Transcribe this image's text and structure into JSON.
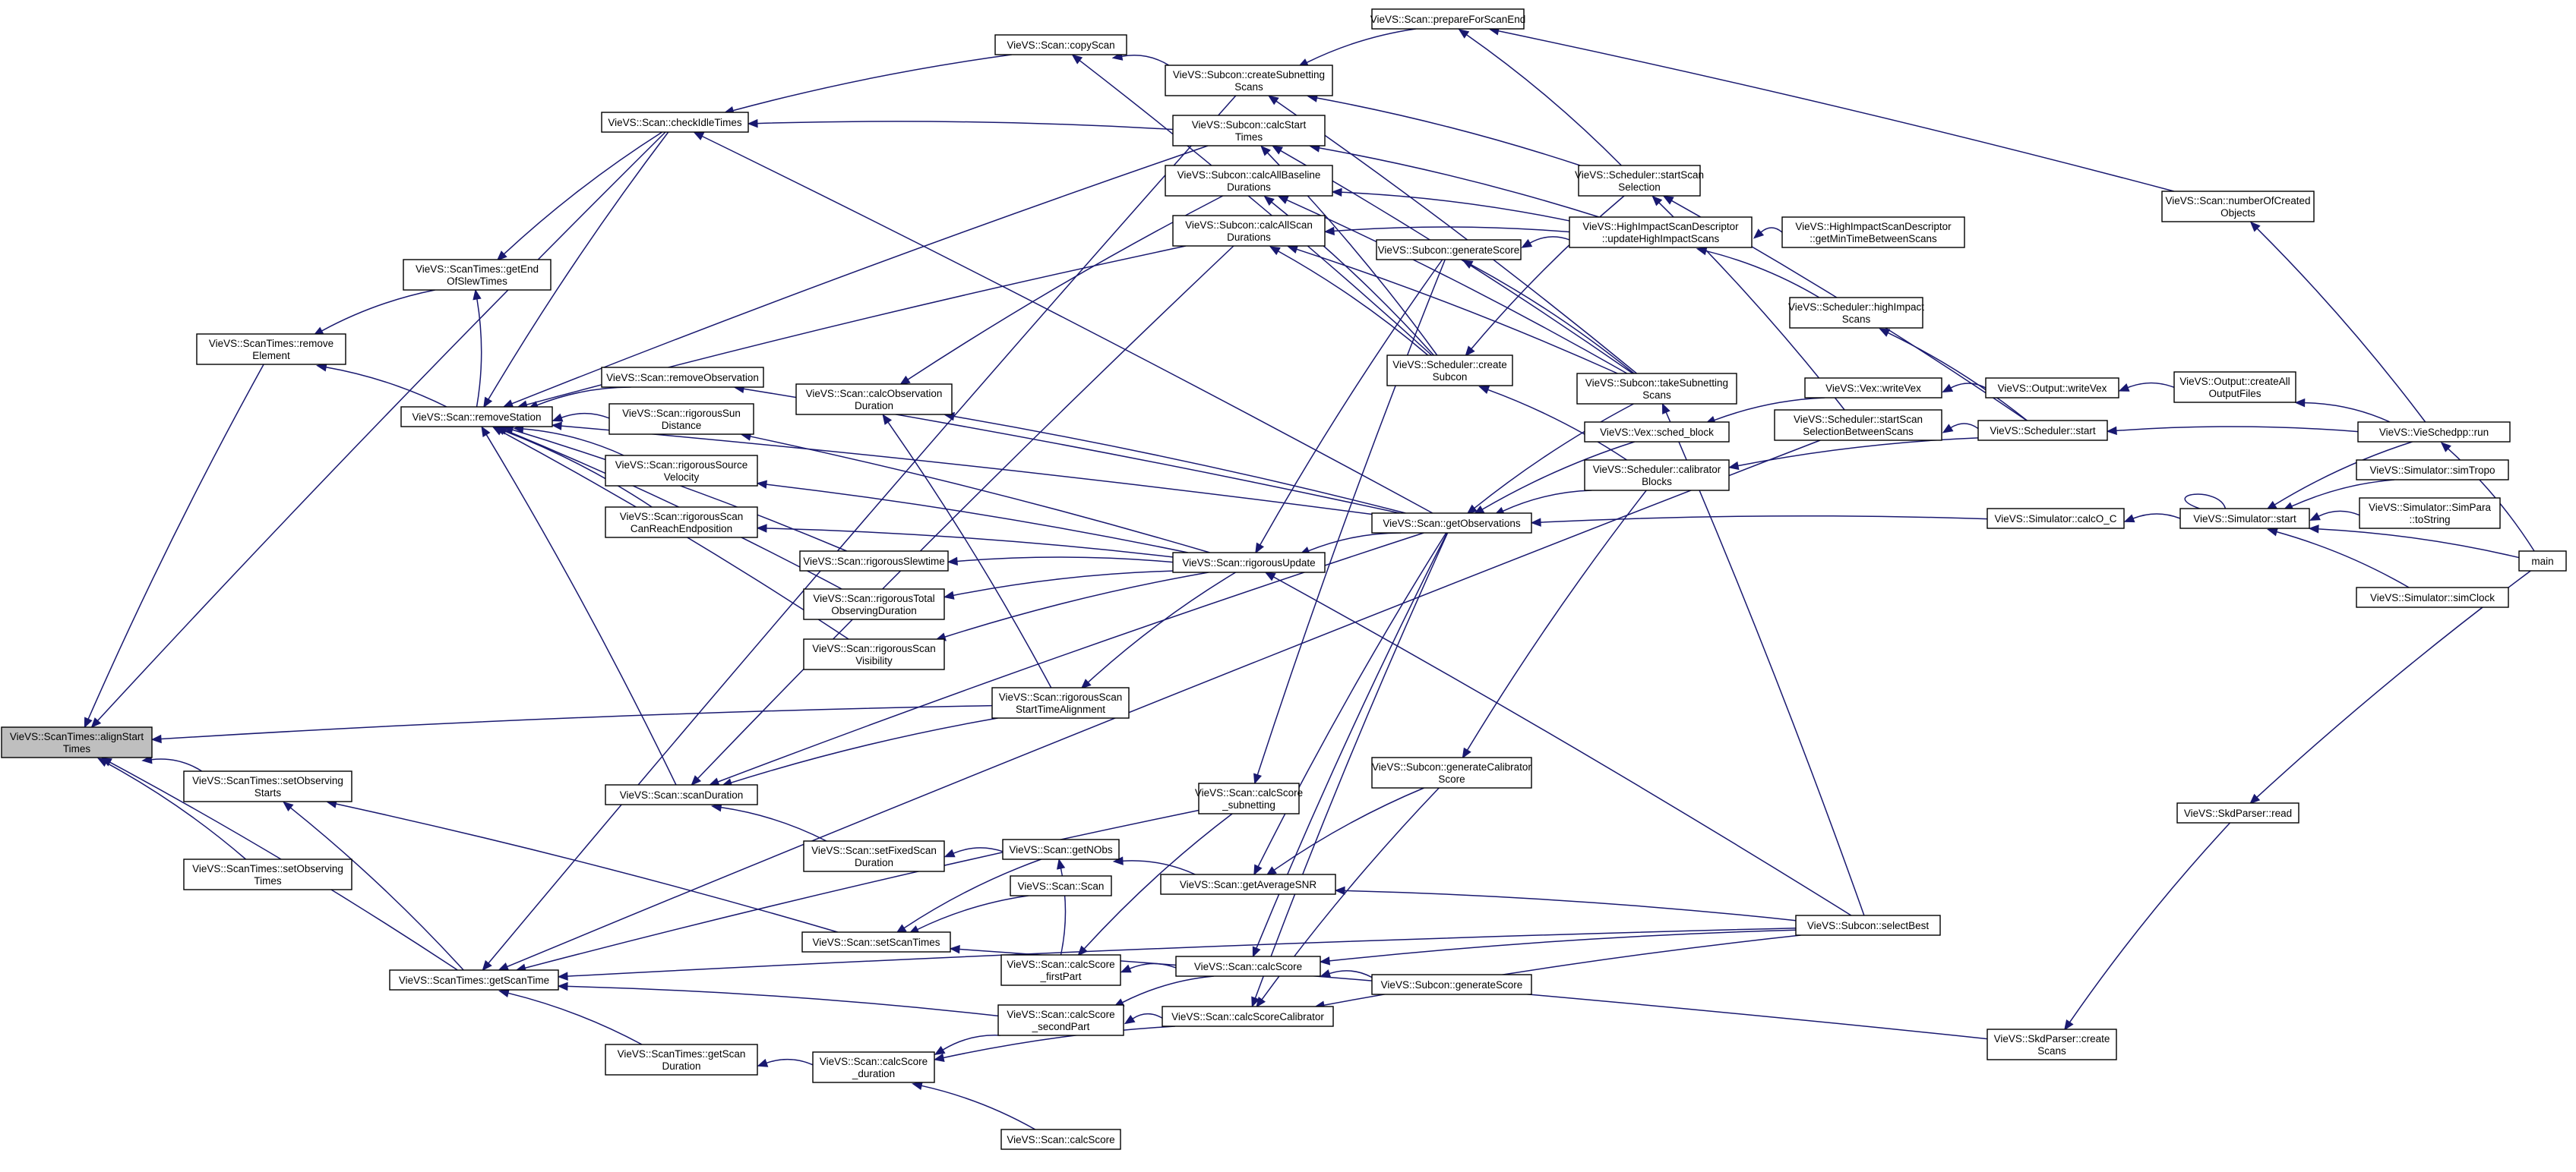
{
  "colors": {
    "edge": "#191970",
    "node_border": "#000000",
    "node_fill": "#ffffff",
    "highlight_fill": "#bfbfbf"
  },
  "nodes": [
    {
      "id": "alignStart",
      "lines": [
        "VieVS::ScanTimes::alignStart",
        "Times"
      ],
      "highlight": true
    },
    {
      "id": "removeElement",
      "lines": [
        "VieVS::ScanTimes::remove",
        "Element"
      ]
    },
    {
      "id": "setObsStarts",
      "lines": [
        "VieVS::ScanTimes::setObserving",
        "Starts"
      ]
    },
    {
      "id": "setObsTimes",
      "lines": [
        "VieVS::ScanTimes::setObserving",
        "Times"
      ]
    },
    {
      "id": "getScanTime",
      "lines": [
        "VieVS::ScanTimes::getScanTime"
      ]
    },
    {
      "id": "getEndSlew",
      "lines": [
        "VieVS::ScanTimes::getEnd",
        "OfSlewTimes"
      ]
    },
    {
      "id": "removeStation",
      "lines": [
        "VieVS::Scan::removeStation"
      ]
    },
    {
      "id": "checkIdle",
      "lines": [
        "VieVS::Scan::checkIdleTimes"
      ]
    },
    {
      "id": "removeObs",
      "lines": [
        "VieVS::Scan::removeObservation"
      ]
    },
    {
      "id": "rigSun",
      "lines": [
        "VieVS::Scan::rigorousSun",
        "Distance"
      ]
    },
    {
      "id": "rigSrcVel",
      "lines": [
        "VieVS::Scan::rigorousSource",
        "Velocity"
      ]
    },
    {
      "id": "rigReach",
      "lines": [
        "VieVS::Scan::rigorousScan",
        "CanReachEndposition"
      ]
    },
    {
      "id": "scanDuration",
      "lines": [
        "VieVS::Scan::scanDuration"
      ]
    },
    {
      "id": "getScanDur",
      "lines": [
        "VieVS::ScanTimes::getScan",
        "Duration"
      ]
    },
    {
      "id": "setScanTimes",
      "lines": [
        "VieVS::Scan::setScanTimes"
      ]
    },
    {
      "id": "copyScan",
      "lines": [
        "VieVS::Scan::copyScan"
      ]
    },
    {
      "id": "calcObsDur",
      "lines": [
        "VieVS::Scan::calcObservation",
        "Duration"
      ]
    },
    {
      "id": "rigSlew",
      "lines": [
        "VieVS::Scan::rigorousSlewtime"
      ]
    },
    {
      "id": "rigTotal",
      "lines": [
        "VieVS::Scan::rigorousTotal",
        "ObservingDuration"
      ]
    },
    {
      "id": "rigVis",
      "lines": [
        "VieVS::Scan::rigorousScan",
        "Visibility"
      ]
    },
    {
      "id": "setFixedDur",
      "lines": [
        "VieVS::Scan::setFixedScan",
        "Duration"
      ]
    },
    {
      "id": "calcScoreDur",
      "lines": [
        "VieVS::Scan::calcScore",
        "_duration"
      ]
    },
    {
      "id": "rigStartAlign",
      "lines": [
        "VieVS::Scan::rigorousScan",
        "StartTimeAlignment"
      ]
    },
    {
      "id": "getNObs",
      "lines": [
        "VieVS::Scan::getNObs"
      ]
    },
    {
      "id": "scanScan",
      "lines": [
        "VieVS::Scan::Scan"
      ]
    },
    {
      "id": "calcFirst",
      "lines": [
        "VieVS::Scan::calcScore",
        "_firstPart"
      ]
    },
    {
      "id": "calcSecond",
      "lines": [
        "VieVS::Scan::calcScore",
        "_secondPart"
      ]
    },
    {
      "id": "calcScoreBottom",
      "lines": [
        "VieVS::Scan::calcScore"
      ]
    },
    {
      "id": "createSub",
      "lines": [
        "VieVS::Subcon::createSubnetting",
        "Scans"
      ]
    },
    {
      "id": "calcStartTimes",
      "lines": [
        "VieVS::Subcon::calcStart",
        "Times"
      ]
    },
    {
      "id": "calcAllBaseline",
      "lines": [
        "VieVS::Subcon::calcAllBaseline",
        "Durations"
      ]
    },
    {
      "id": "calcAllScan",
      "lines": [
        "VieVS::Subcon::calcAllScan",
        "Durations"
      ]
    },
    {
      "id": "rigUpdate",
      "lines": [
        "VieVS::Scan::rigorousUpdate"
      ]
    },
    {
      "id": "calcScoreSub",
      "lines": [
        "VieVS::Scan::calcScore",
        "_subnetting"
      ]
    },
    {
      "id": "getAvgSNR",
      "lines": [
        "VieVS::Scan::getAverageSNR"
      ]
    },
    {
      "id": "calcScore",
      "lines": [
        "VieVS::Scan::calcScore"
      ]
    },
    {
      "id": "calcScoreCal",
      "lines": [
        "VieVS::Scan::calcScoreCalibrator"
      ]
    },
    {
      "id": "prepareEnd",
      "lines": [
        "VieVS::Scan::prepareForScanEnd"
      ]
    },
    {
      "id": "genScore",
      "lines": [
        "VieVS::Subcon::generateScore"
      ]
    },
    {
      "id": "schedCreateSub",
      "lines": [
        "VieVS::Scheduler::create",
        "Subcon"
      ]
    },
    {
      "id": "getObs",
      "lines": [
        "VieVS::Scan::getObservations"
      ]
    },
    {
      "id": "genCalScore",
      "lines": [
        "VieVS::Subcon::generateCalibrator",
        "Score"
      ]
    },
    {
      "id": "genScore2",
      "lines": [
        "VieVS::Subcon::generateScore"
      ]
    },
    {
      "id": "startScanSel",
      "lines": [
        "VieVS::Scheduler::startScan",
        "Selection"
      ]
    },
    {
      "id": "updHigh",
      "lines": [
        "VieVS::HighImpactScanDescriptor",
        "::updateHighImpactScans"
      ]
    },
    {
      "id": "takeSub",
      "lines": [
        "VieVS::Subcon::takeSubnetting",
        "Scans"
      ]
    },
    {
      "id": "vexSched",
      "lines": [
        "VieVS::Vex::sched_block"
      ]
    },
    {
      "id": "calBlocks",
      "lines": [
        "VieVS::Scheduler::calibrator",
        "Blocks"
      ]
    },
    {
      "id": "selectBest",
      "lines": [
        "VieVS::Subcon::selectBest"
      ]
    },
    {
      "id": "getMinTime",
      "lines": [
        "VieVS::HighImpactScanDescriptor",
        "::getMinTimeBetweenScans"
      ]
    },
    {
      "id": "schedHigh",
      "lines": [
        "VieVS::Scheduler::highImpact",
        "Scans"
      ]
    },
    {
      "id": "vexWrite",
      "lines": [
        "VieVS::Vex::writeVex"
      ]
    },
    {
      "id": "startScanBetween",
      "lines": [
        "VieVS::Scheduler::startScan",
        "SelectionBetweenScans"
      ]
    },
    {
      "id": "schedStart",
      "lines": [
        "VieVS::Scheduler::start"
      ]
    },
    {
      "id": "outWriteVex",
      "lines": [
        "VieVS::Output::writeVex"
      ]
    },
    {
      "id": "simCalc",
      "lines": [
        "VieVS::Simulator::calcO_C"
      ]
    },
    {
      "id": "numCreated",
      "lines": [
        "VieVS::Scan::numberOfCreated",
        "Objects"
      ]
    },
    {
      "id": "createAll",
      "lines": [
        "VieVS::Output::createAll",
        "OutputFiles"
      ]
    },
    {
      "id": "simStart",
      "lines": [
        "VieVS::Simulator::start"
      ]
    },
    {
      "id": "skdCreate",
      "lines": [
        "VieVS::SkdParser::create",
        "Scans"
      ]
    },
    {
      "id": "run",
      "lines": [
        "VieVS::VieSchedpp::run"
      ]
    },
    {
      "id": "simTropo",
      "lines": [
        "VieVS::Simulator::simTropo"
      ]
    },
    {
      "id": "simPara",
      "lines": [
        "VieVS::Simulator::SimPara",
        "::toString"
      ]
    },
    {
      "id": "simClock",
      "lines": [
        "VieVS::Simulator::simClock"
      ]
    },
    {
      "id": "skdRead",
      "lines": [
        "VieVS::SkdParser::read"
      ]
    },
    {
      "id": "main",
      "lines": [
        "main"
      ]
    }
  ]
}
